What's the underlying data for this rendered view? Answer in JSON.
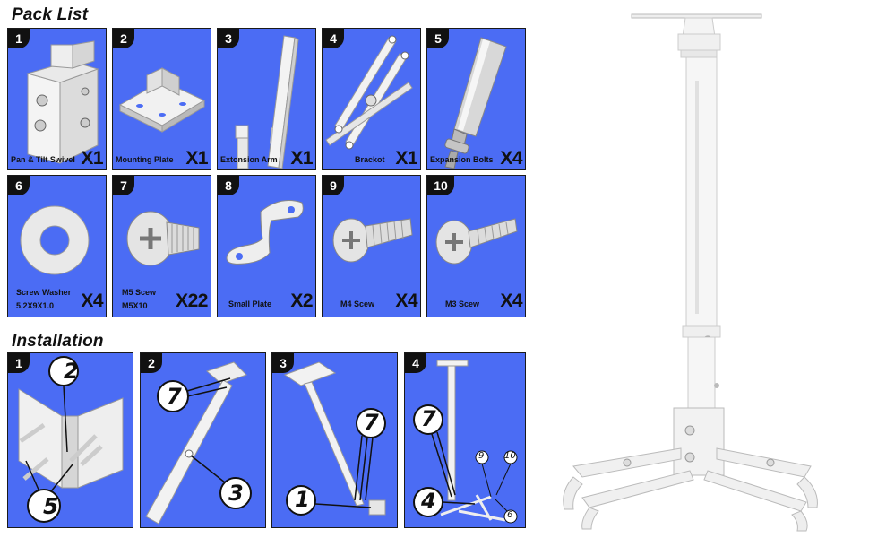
{
  "pack_list": {
    "heading": "Pack List",
    "items": [
      {
        "num": "1",
        "label": "Pan & Tilt Swivel",
        "qty": "X1",
        "icon": "swivel-icon"
      },
      {
        "num": "2",
        "label": "Mounting Plate",
        "qty": "X1",
        "icon": "mounting-plate-icon"
      },
      {
        "num": "3",
        "label": "Extonsion Arm",
        "qty": "X1",
        "icon": "extension-arm-icon"
      },
      {
        "num": "4",
        "label": "Brackot",
        "qty": "X1",
        "icon": "bracket-icon"
      },
      {
        "num": "5",
        "label": "Expansion Bolts",
        "qty": "X4",
        "icon": "expansion-bolt-icon"
      },
      {
        "num": "6",
        "label": "Screw Washer",
        "label2": "5.2X9X1.0",
        "qty": "X4",
        "icon": "washer-icon"
      },
      {
        "num": "7",
        "label": "M5 Scew",
        "label2": "M5X10",
        "qty": "X22",
        "icon": "m5-screw-icon"
      },
      {
        "num": "8",
        "label": "Small Plate",
        "qty": "X2",
        "icon": "small-plate-icon"
      },
      {
        "num": "9",
        "label": "M4 Scew",
        "qty": "X4",
        "icon": "m4-screw-icon"
      },
      {
        "num": "10",
        "label": "M3 Scew",
        "qty": "X4",
        "icon": "m3-screw-icon"
      }
    ]
  },
  "installation": {
    "heading": "Installation",
    "steps": [
      {
        "num": "1",
        "callouts": [
          "2",
          "5"
        ]
      },
      {
        "num": "2",
        "callouts": [
          "7",
          "3"
        ]
      },
      {
        "num": "3",
        "callouts": [
          "7",
          "1"
        ]
      },
      {
        "num": "4",
        "callouts": [
          "7",
          "4",
          "9",
          "10",
          "6"
        ]
      }
    ]
  },
  "colors": {
    "card_bg": "#4b6cf4",
    "badge_bg": "#111111",
    "metal": "#f2f2f2"
  }
}
